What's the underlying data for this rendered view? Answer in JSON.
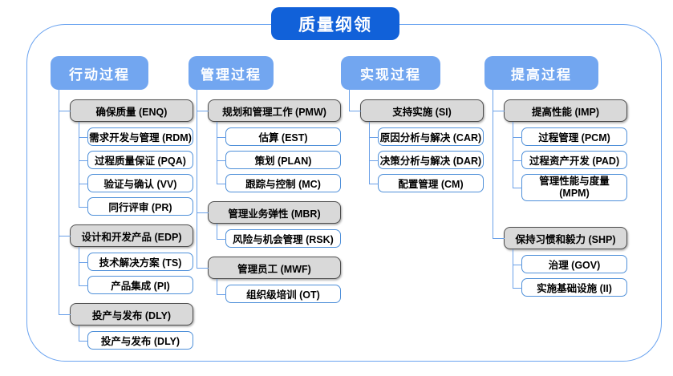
{
  "title": "质量纲领",
  "colors": {
    "title_bg": "#1161d9",
    "header_bg": "#72a6f0",
    "connector": "#6aa0e8",
    "gray_box_bg": "#d9d9d9",
    "gray_box_border": "#4d4d4d",
    "white_box_border": "#4f90d9",
    "container_border": "#6aa3f0"
  },
  "columns": [
    {
      "header": "行动过程",
      "groups": [
        {
          "label": "确保质量 (ENQ)",
          "children": [
            "需求开发与管理 (RDM)",
            "过程质量保证 (PQA)",
            "验证与确认 (VV)",
            "同行评审 (PR)"
          ]
        },
        {
          "label": "设计和开发产品 (EDP)",
          "children": [
            "技术解决方案 (TS)",
            "产品集成 (PI)"
          ]
        },
        {
          "label": "投产与发布 (DLY)",
          "children": [
            "投产与发布 (DLY)"
          ]
        }
      ]
    },
    {
      "header": "管理过程",
      "groups": [
        {
          "label": "规划和管理工作 (PMW)",
          "children": [
            "估算 (EST)",
            "策划 (PLAN)",
            "跟踪与控制 (MC)"
          ]
        },
        {
          "label": "管理业务弹性 (MBR)",
          "children": [
            "风险与机会管理 (RSK)"
          ]
        },
        {
          "label": "管理员工 (MWF)",
          "children": [
            "组织级培训 (OT)"
          ]
        }
      ]
    },
    {
      "header": "实现过程",
      "groups": [
        {
          "label": "支持实施 (SI)",
          "children": [
            "原因分析与解决 (CAR)",
            "决策分析与解决 (DAR)",
            "配置管理 (CM)"
          ]
        }
      ]
    },
    {
      "header": "提高过程",
      "groups": [
        {
          "label": "提高性能 (IMP)",
          "children": [
            "过程管理 (PCM)",
            "过程资产开发 (PAD)",
            "管理性能与度量 (MPM)"
          ]
        },
        {
          "label": "保持习惯和毅力 (SHP)",
          "children": [
            "治理 (GOV)",
            "实施基础设施 (II)"
          ]
        }
      ]
    }
  ]
}
